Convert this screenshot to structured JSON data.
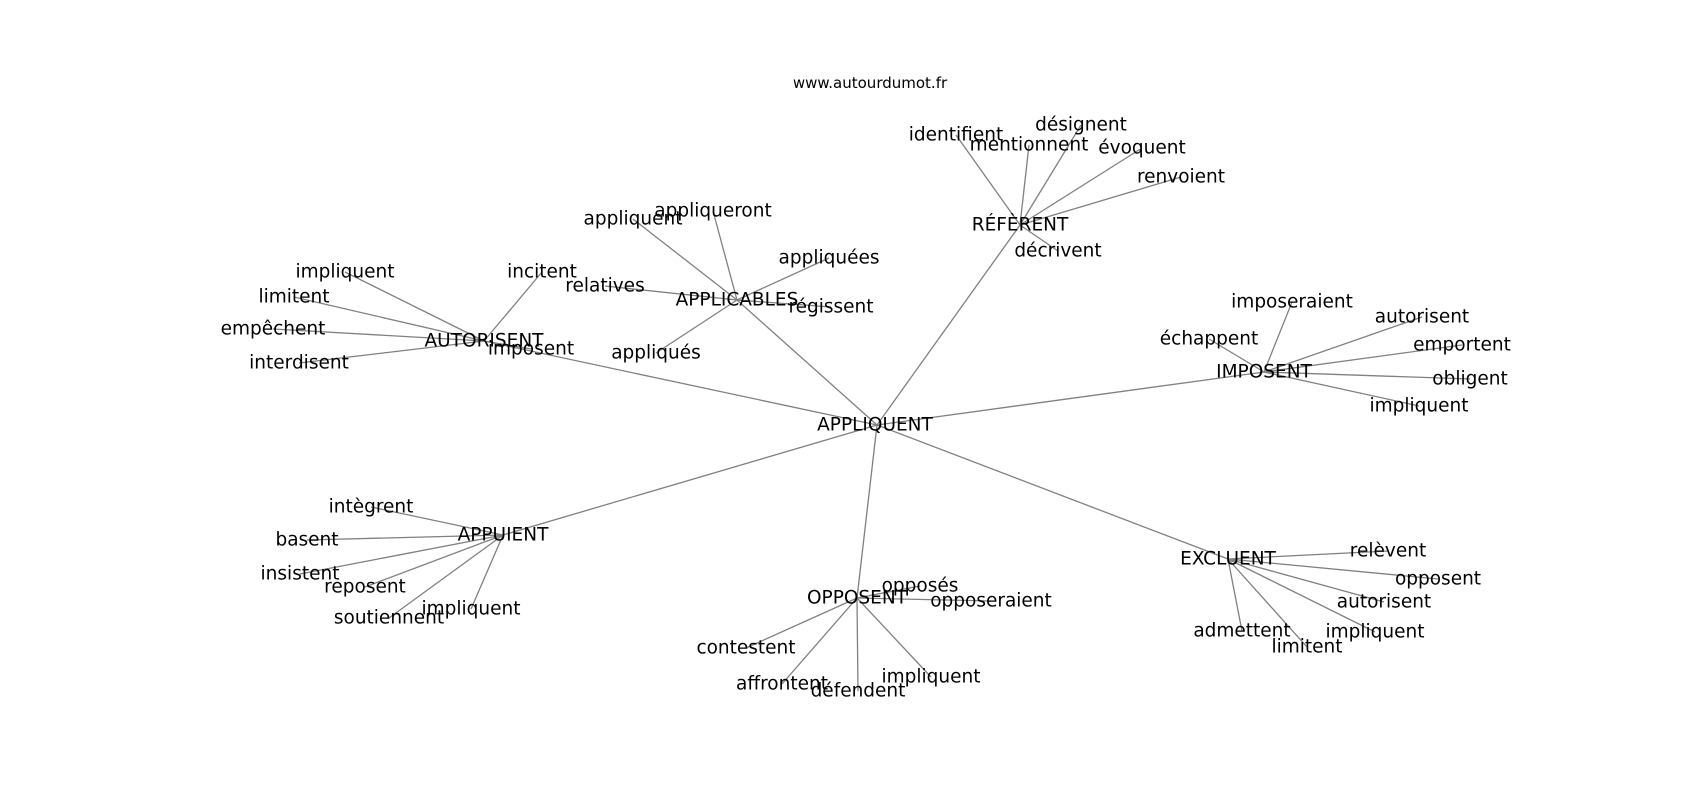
{
  "site": "www.autourdumot.fr",
  "colors": {
    "edge": "#808080",
    "text": "#000000",
    "background": "#ffffff"
  },
  "nodes": [
    {
      "id": "appliquent_root",
      "label": "APPLIQUENT"
    },
    {
      "id": "referent",
      "label": "RÉFÈRENT"
    },
    {
      "id": "applicables",
      "label": "APPLICABLES"
    },
    {
      "id": "autorisent_hub",
      "label": "AUTORISENT"
    },
    {
      "id": "imposent_hub",
      "label": "IMPOSENT"
    },
    {
      "id": "appuient",
      "label": "APPUIENT"
    },
    {
      "id": "opposent_hub",
      "label": "OPPOSENT"
    },
    {
      "id": "excluent",
      "label": "EXCLUENT"
    },
    {
      "id": "identifient",
      "label": "identifient"
    },
    {
      "id": "mentionnent",
      "label": "mentionnent"
    },
    {
      "id": "designent",
      "label": "désignent"
    },
    {
      "id": "evoquent",
      "label": "évoquent"
    },
    {
      "id": "renvoient",
      "label": "renvoient"
    },
    {
      "id": "decrivent",
      "label": "décrivent"
    },
    {
      "id": "appliquent_a",
      "label": "appliquent"
    },
    {
      "id": "appliqueront",
      "label": "appliqueront"
    },
    {
      "id": "appliquees",
      "label": "appliquées"
    },
    {
      "id": "relatives",
      "label": "relatives"
    },
    {
      "id": "regissent",
      "label": "régissent"
    },
    {
      "id": "appliques",
      "label": "appliqués"
    },
    {
      "id": "impliquent_au",
      "label": "impliquent"
    },
    {
      "id": "limitent_au",
      "label": "limitent"
    },
    {
      "id": "empechent",
      "label": "empêchent"
    },
    {
      "id": "interdisent",
      "label": "interdisent"
    },
    {
      "id": "incitent",
      "label": "incitent"
    },
    {
      "id": "imposent_au",
      "label": "imposent"
    },
    {
      "id": "imposeraient",
      "label": "imposeraient"
    },
    {
      "id": "echappent",
      "label": "échappent"
    },
    {
      "id": "autorisent_im",
      "label": "autorisent"
    },
    {
      "id": "emportent",
      "label": "emportent"
    },
    {
      "id": "obligent",
      "label": "obligent"
    },
    {
      "id": "impliquent_im",
      "label": "impliquent"
    },
    {
      "id": "integrent",
      "label": "intègrent"
    },
    {
      "id": "basent",
      "label": "basent"
    },
    {
      "id": "insistent",
      "label": "insistent"
    },
    {
      "id": "reposent",
      "label": "reposent"
    },
    {
      "id": "soutiennent",
      "label": "soutiennent"
    },
    {
      "id": "impliquent_ap",
      "label": "impliquent"
    },
    {
      "id": "opposes",
      "label": "opposés"
    },
    {
      "id": "opposeraient",
      "label": "opposeraient"
    },
    {
      "id": "contestent",
      "label": "contestent"
    },
    {
      "id": "affrontent",
      "label": "affrontent"
    },
    {
      "id": "defendent",
      "label": "défendent"
    },
    {
      "id": "impliquent_op",
      "label": "impliquent"
    },
    {
      "id": "relevent",
      "label": "relèvent"
    },
    {
      "id": "opposent_ex",
      "label": "opposent"
    },
    {
      "id": "autorisent_ex",
      "label": "autorisent"
    },
    {
      "id": "impliquent_ex",
      "label": "impliquent"
    },
    {
      "id": "admettent",
      "label": "admettent"
    },
    {
      "id": "limitent_ex",
      "label": "limitent"
    }
  ],
  "edges": [
    [
      "appliquent_root",
      "referent"
    ],
    [
      "appliquent_root",
      "applicables"
    ],
    [
      "appliquent_root",
      "autorisent_hub"
    ],
    [
      "appliquent_root",
      "imposent_hub"
    ],
    [
      "appliquent_root",
      "appuient"
    ],
    [
      "appliquent_root",
      "opposent_hub"
    ],
    [
      "appliquent_root",
      "excluent"
    ],
    [
      "referent",
      "identifient"
    ],
    [
      "referent",
      "mentionnent"
    ],
    [
      "referent",
      "designent"
    ],
    [
      "referent",
      "evoquent"
    ],
    [
      "referent",
      "renvoient"
    ],
    [
      "referent",
      "decrivent"
    ],
    [
      "applicables",
      "appliquent_a"
    ],
    [
      "applicables",
      "appliqueront"
    ],
    [
      "applicables",
      "appliquees"
    ],
    [
      "applicables",
      "relatives"
    ],
    [
      "applicables",
      "regissent"
    ],
    [
      "applicables",
      "appliques"
    ],
    [
      "autorisent_hub",
      "impliquent_au"
    ],
    [
      "autorisent_hub",
      "limitent_au"
    ],
    [
      "autorisent_hub",
      "empechent"
    ],
    [
      "autorisent_hub",
      "interdisent"
    ],
    [
      "autorisent_hub",
      "incitent"
    ],
    [
      "autorisent_hub",
      "imposent_au"
    ],
    [
      "imposent_hub",
      "imposeraient"
    ],
    [
      "imposent_hub",
      "echappent"
    ],
    [
      "imposent_hub",
      "autorisent_im"
    ],
    [
      "imposent_hub",
      "emportent"
    ],
    [
      "imposent_hub",
      "obligent"
    ],
    [
      "imposent_hub",
      "impliquent_im"
    ],
    [
      "appuient",
      "integrent"
    ],
    [
      "appuient",
      "basent"
    ],
    [
      "appuient",
      "insistent"
    ],
    [
      "appuient",
      "reposent"
    ],
    [
      "appuient",
      "soutiennent"
    ],
    [
      "appuient",
      "impliquent_ap"
    ],
    [
      "opposent_hub",
      "opposes"
    ],
    [
      "opposent_hub",
      "opposeraient"
    ],
    [
      "opposent_hub",
      "contestent"
    ],
    [
      "opposent_hub",
      "affrontent"
    ],
    [
      "opposent_hub",
      "defendent"
    ],
    [
      "opposent_hub",
      "impliquent_op"
    ],
    [
      "excluent",
      "relevent"
    ],
    [
      "excluent",
      "opposent_ex"
    ],
    [
      "excluent",
      "autorisent_ex"
    ],
    [
      "excluent",
      "impliquent_ex"
    ],
    [
      "excluent",
      "admettent"
    ],
    [
      "excluent",
      "limitent_ex"
    ]
  ]
}
